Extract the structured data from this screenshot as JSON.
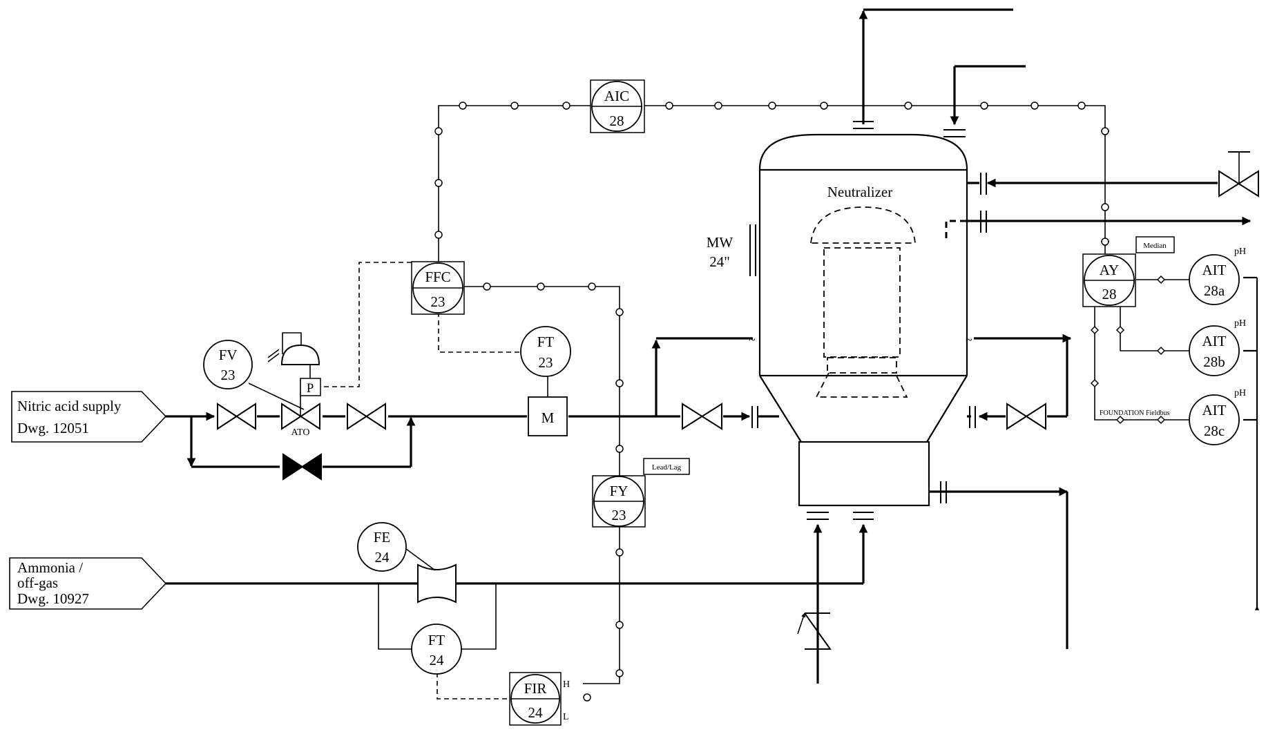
{
  "title": "",
  "vessel": {
    "label": "Neutralizer"
  },
  "manway": {
    "line1": "MW",
    "line2": "24\""
  },
  "offpage": {
    "nitric": {
      "line1": "Nitric acid supply",
      "line2": "Dwg. 12051"
    },
    "ammonia": {
      "line1": "Ammonia /",
      "line2": "off-gas",
      "line3": "Dwg. 10927"
    }
  },
  "instruments": {
    "aic28": {
      "tag": "AIC",
      "num": "28"
    },
    "ffc23": {
      "tag": "FFC",
      "num": "23"
    },
    "fv23": {
      "tag": "FV",
      "num": "23"
    },
    "ft23": {
      "tag": "FT",
      "num": "23"
    },
    "fy23": {
      "tag": "FY",
      "num": "23",
      "func": "Lead/Lag"
    },
    "fe24": {
      "tag": "FE",
      "num": "24"
    },
    "ft24": {
      "tag": "FT",
      "num": "24"
    },
    "fir24": {
      "tag": "FIR",
      "num": "24",
      "high": "H",
      "low": "L"
    },
    "ay28": {
      "tag": "AY",
      "num": "28",
      "func": "Median"
    },
    "ait28a": {
      "tag": "AIT",
      "num": "28a",
      "unit": "pH"
    },
    "ait28b": {
      "tag": "AIT",
      "num": "28b",
      "unit": "pH"
    },
    "ait28c": {
      "tag": "AIT",
      "num": "28c",
      "unit": "pH"
    }
  },
  "valve_labels": {
    "ato": "ATO",
    "positioner": "P"
  },
  "motor": {
    "label": "M"
  },
  "fieldbus": {
    "label": "FOUNDATION Fieldbus"
  }
}
